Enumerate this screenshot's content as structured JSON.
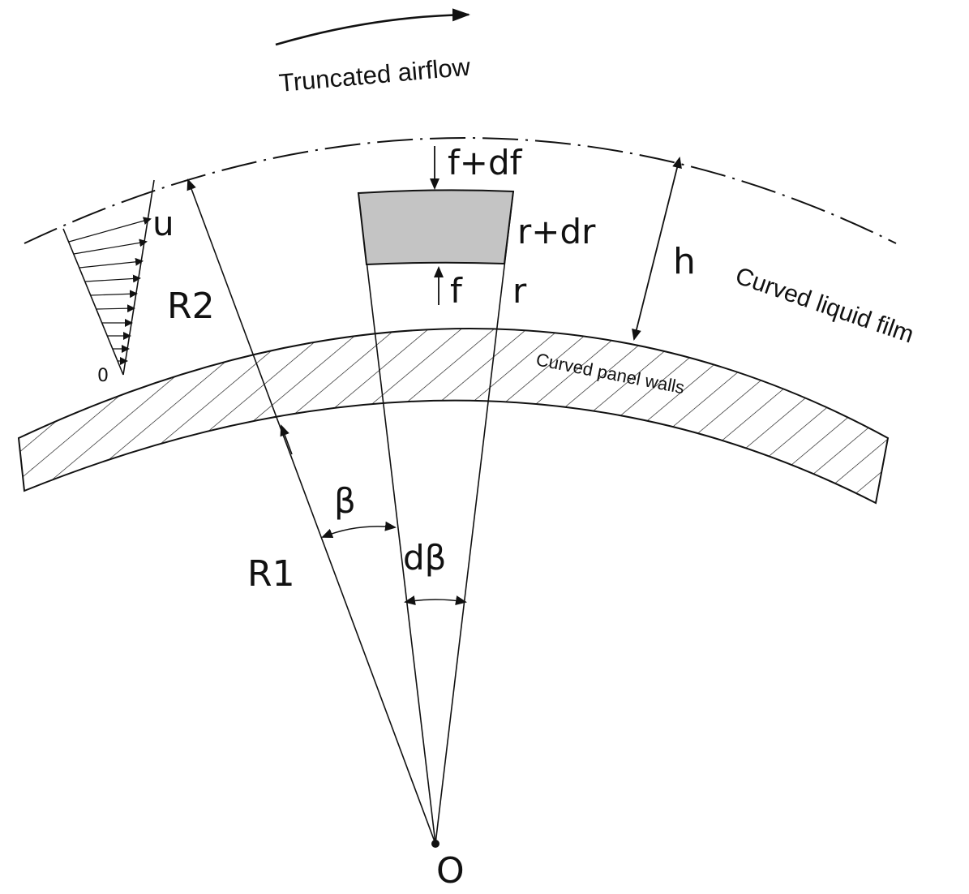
{
  "labels": {
    "airflow": "Truncated airflow",
    "f_df": "f+df",
    "r_dr": "r+dr",
    "f": "f",
    "r": "r",
    "h": "h",
    "u": "u",
    "R2": "R2",
    "R1": "R1",
    "zero": "0",
    "beta": "β",
    "dbeta": "dβ",
    "origin": "O",
    "liquid_film": "Curved liquid film",
    "panel_walls": "Curved panel walls"
  },
  "colors": {
    "line": "#111111",
    "element_fill": "#c4c4c4",
    "background": "#ffffff"
  }
}
